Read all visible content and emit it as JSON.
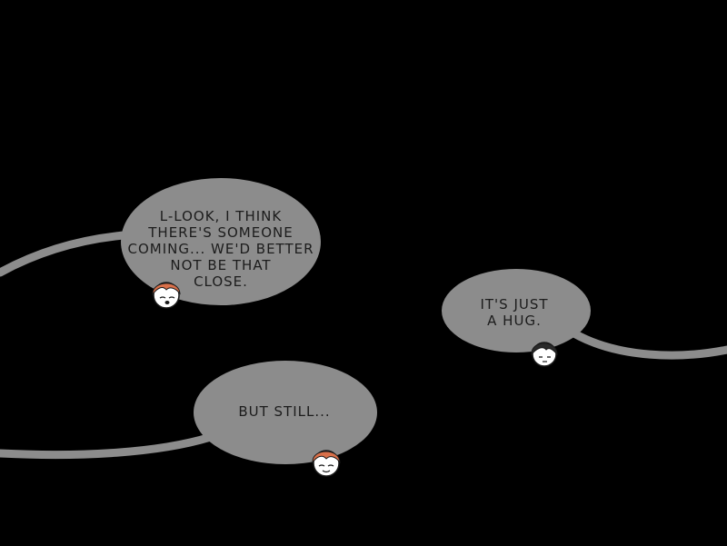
{
  "colors": {
    "background": "#000000",
    "bubble": "#8c8c8c",
    "text": "#1c1c1c",
    "hair_red": "#d9704a",
    "hair_dark": "#2a2a2a",
    "skin": "#ffffff"
  },
  "bubbles": [
    {
      "speaker": "red-haired character",
      "lines": [
        "L-LOOK, I THINK",
        "THERE'S SOMEONE",
        "COMING... WE'D BETTER",
        "NOT BE THAT",
        "CLOSE."
      ]
    },
    {
      "speaker": "dark-haired character",
      "lines": [
        "IT'S JUST",
        "A HUG."
      ]
    },
    {
      "speaker": "red-haired character",
      "lines": [
        "BUT STILL..."
      ]
    }
  ]
}
